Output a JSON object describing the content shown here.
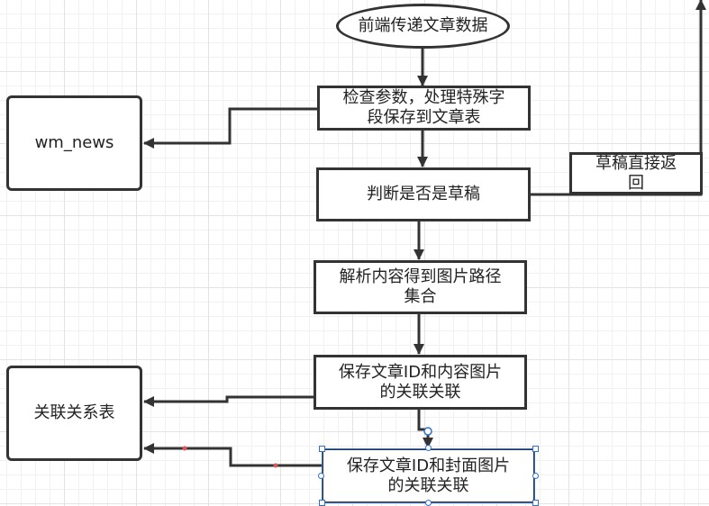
{
  "diagram": {
    "nodes": {
      "start": "前端传递文章数据",
      "check": "检查参数，处理特殊字\n段保存到文章表",
      "wm_news": "wm_news",
      "judge": "判断是否是草稿",
      "draft_return": "草稿直接返\n回",
      "parse": "解析内容得到图片路径\n集合",
      "save_content": "保存文章ID和内容图片\n的关联关联",
      "relation_table": "关联关系表",
      "save_cover": "保存文章ID和封面图片\n的关联关联"
    }
  },
  "colors": {
    "stroke": "#333333",
    "grid": "#e3e3e3",
    "selection": "#2f6fd3",
    "waypoint": "#e05555"
  }
}
